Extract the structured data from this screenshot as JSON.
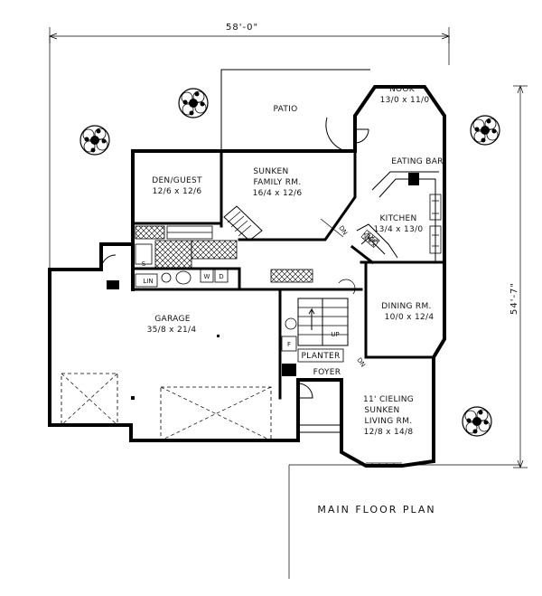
{
  "title": "MAIN FLOOR PLAN",
  "dimensions": {
    "width": "58'-0\"",
    "depth": "54'-7\""
  },
  "rooms": {
    "patio": {
      "name": "PATIO"
    },
    "nook": {
      "name": "NOOK",
      "size": "13/0 x 11/0"
    },
    "eating_bar": {
      "name": "EATING BAR"
    },
    "den": {
      "name": "DEN/GUEST",
      "size": "12/6 x 12/6"
    },
    "family": {
      "line1": "SUNKEN",
      "line2": "FAMILY RM.",
      "size": "16/4 x 12/6"
    },
    "kitchen": {
      "name": "KITCHEN",
      "size": "13/4 x 13/0"
    },
    "dining": {
      "name": "DINING RM.",
      "size": "10/0 x 12/4"
    },
    "garage": {
      "name": "GARAGE",
      "size": "35/8 x 21/4"
    },
    "planter": {
      "name": "PLANTER"
    },
    "foyer": {
      "name": "FOYER"
    },
    "living": {
      "line1": "11' CIELING",
      "line2": "SUNKEN",
      "line3": "LIVING RM.",
      "size": "12/8 x 14/8"
    }
  },
  "markers": {
    "dn": "DN",
    "up": "UP",
    "ref": "REF",
    "lin": "LIN",
    "shower": "S",
    "washer": "W",
    "dryer": "D",
    "furnace": "F"
  }
}
